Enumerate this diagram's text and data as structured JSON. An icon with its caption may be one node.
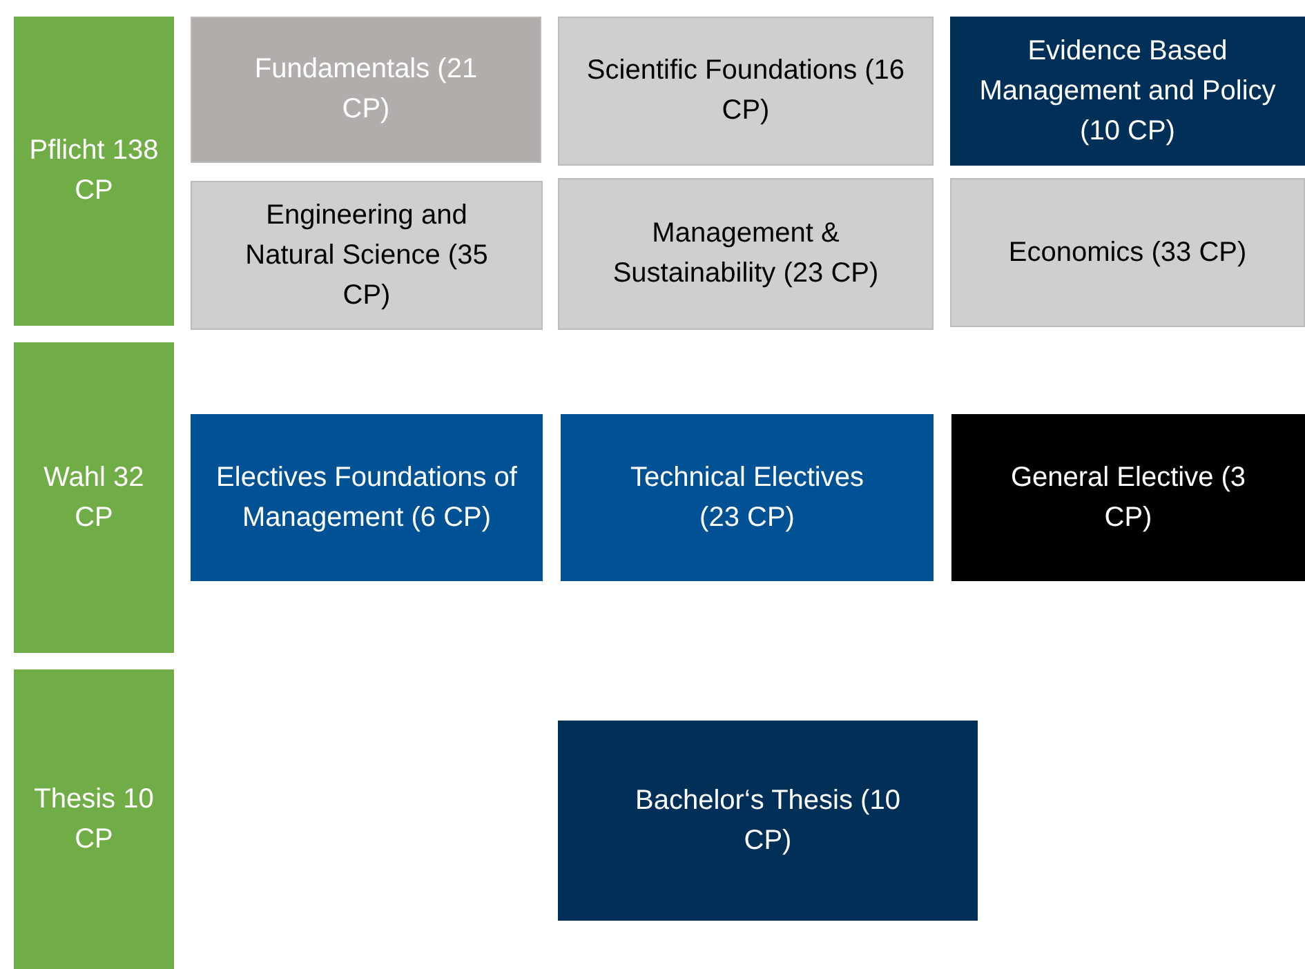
{
  "diagram": {
    "nodes": [
      {
        "text": [
          "Pflicht 138 CP"
        ]
      },
      {
        "text": [
          "Fundamentals (21 CP)"
        ]
      },
      {
        "text": [
          "Scientific Foundations (16 CP)"
        ]
      },
      {
        "text": [
          "Evidence Based Management and Policy (10 CP)"
        ]
      },
      {
        "text": [
          "Engineering and Natural Science (35 CP)"
        ]
      },
      {
        "text": [
          "Management & Sustainability (23 CP)"
        ]
      },
      {
        "text": [
          "Economics (33 CP)"
        ]
      },
      {
        "text": [
          "Wahl 32 CP"
        ]
      },
      {
        "text": [
          "Electives Foundations of Management (6 CP)"
        ]
      },
      {
        "text": [
          "Technical Electives (23 CP)"
        ]
      },
      {
        "text": [
          "General Elective (3 CP)"
        ]
      },
      {
        "text": [
          "Thesis 10 CP"
        ]
      },
      {
        "text": [
          "Bachelor‘s Thesis (10 CP)"
        ]
      }
    ]
  }
}
